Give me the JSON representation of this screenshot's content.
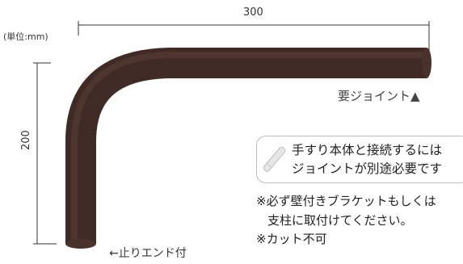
{
  "unit_label": "(単位:mm)",
  "dimension_width": "300",
  "dimension_height": "200",
  "joint_label": "要ジョイント▲",
  "note": {
    "line1": "手すり本体と接続するには",
    "line2": "ジョイントが別途必要です"
  },
  "remarks": {
    "line1": "※必ず壁付きブラケットもしくは",
    "line2": "支柱に取付けてください。",
    "line3": "※カット不可"
  },
  "end_label": "←止りエンド付",
  "colors": {
    "rail": "#3f2a25",
    "rail_highlight": "#5b4039",
    "line": "#333333"
  }
}
